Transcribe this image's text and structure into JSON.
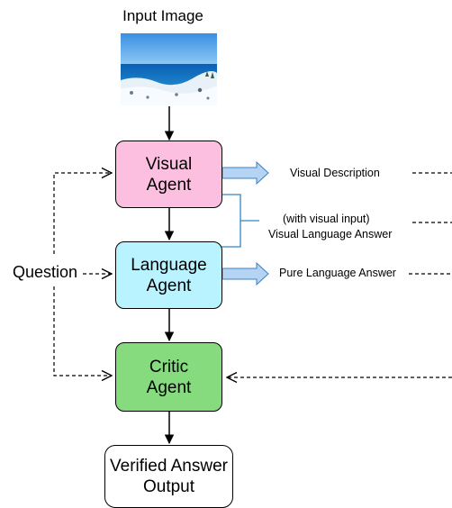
{
  "input_image": {
    "title": "Input Image"
  },
  "question": {
    "label": "Question"
  },
  "agents": {
    "visual": {
      "label": "Visual\nAgent",
      "color": "#fdbfdf"
    },
    "language": {
      "label": "Language\nAgent",
      "color": "#b8f3ff"
    },
    "critic": {
      "label": "Critic\nAgent",
      "color": "#85db7e"
    }
  },
  "outputs": {
    "visual_description": "Visual Description",
    "visual_language_line1": "(with  visual input)",
    "visual_language_line2": "Visual Language Answer",
    "pure_language": "Pure Language Answer"
  },
  "final": {
    "label": "Verified Answer\nOutput"
  },
  "colors": {
    "thick_arrow_fill": "#b5d4f4",
    "thick_arrow_stroke": "#3c7fc0",
    "bracket_line": "#2f86c8"
  }
}
